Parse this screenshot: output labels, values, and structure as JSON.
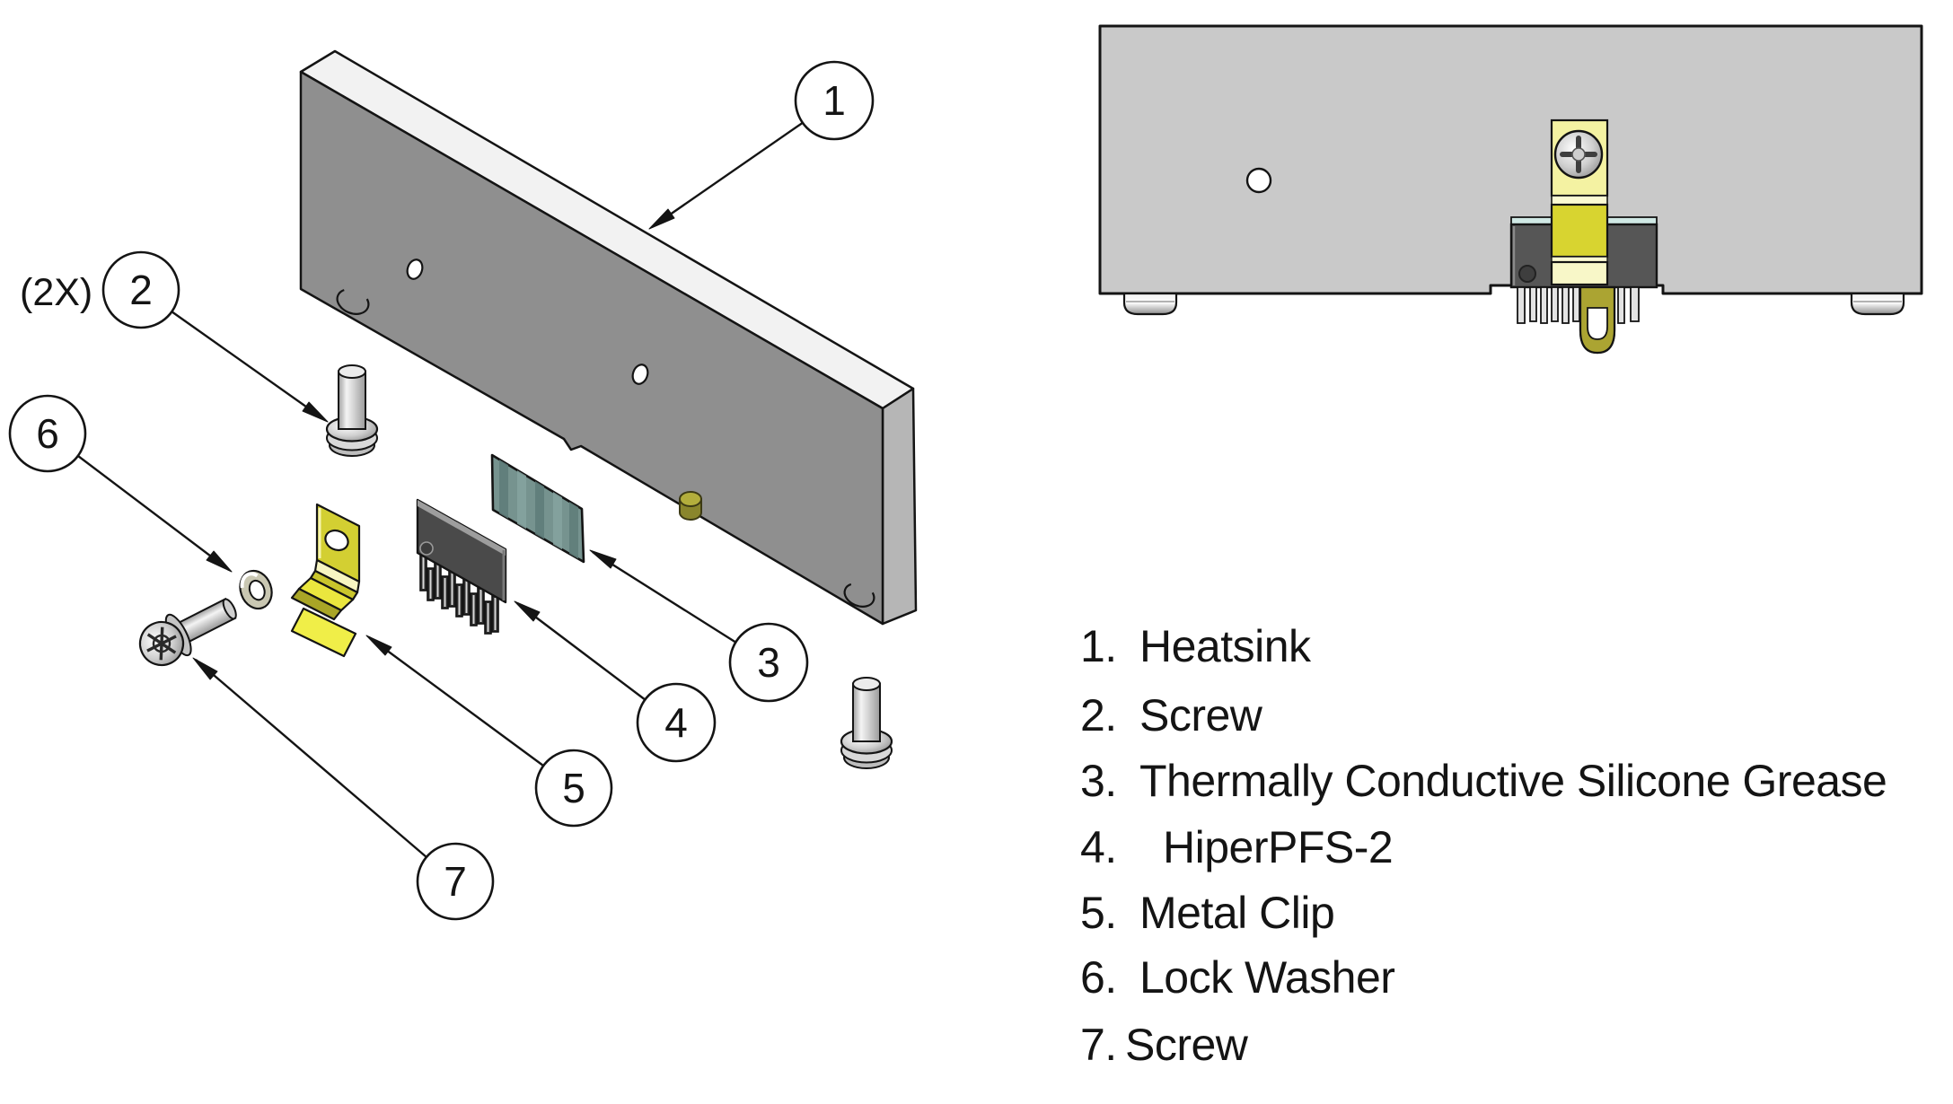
{
  "exploded_view": {
    "qty_note": "(2X)",
    "balloons": [
      {
        "label": "1"
      },
      {
        "label": "2"
      },
      {
        "label": "3"
      },
      {
        "label": "4"
      },
      {
        "label": "5"
      },
      {
        "label": "6"
      },
      {
        "label": "7"
      }
    ]
  },
  "parts_list": {
    "items": [
      {
        "number": "1.",
        "name": "Heatsink"
      },
      {
        "number": "2.",
        "name": "Screw"
      },
      {
        "number": "3.",
        "name": "Thermally Conductive Silicone Grease"
      },
      {
        "number": "4.",
        "name": "HiperPFS-2"
      },
      {
        "number": "5.",
        "name": "Metal Clip"
      },
      {
        "number": "6.",
        "name": "Lock Washer"
      },
      {
        "number": "7.",
        "name": "Screw"
      }
    ]
  },
  "colors": {
    "heatsink_face": "#8f8f8f",
    "heatsink_top": "#f2f2f2",
    "heatsink_assembled": "#c9c9c9",
    "clip_yellow": "#d8d430",
    "clip_pale": "#f8f7c8",
    "grease_teal": "#76938f",
    "grease_strip": "#cfe8e4",
    "ic_body": "#4a4a4a",
    "outline": "#141414"
  }
}
